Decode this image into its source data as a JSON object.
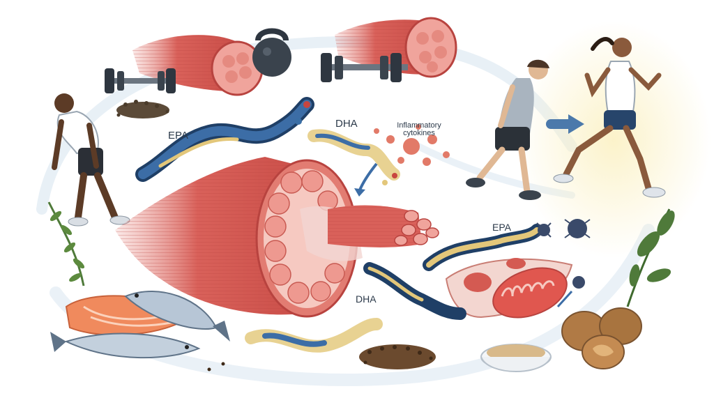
{
  "labels": {
    "epa_left": "EPA",
    "dha_top": "DHA",
    "cytokines_line1": "Inflammatory",
    "cytokines_line2": "cytokines",
    "epa_right": "EPA",
    "dha_bottom": "DHA"
  },
  "colors": {
    "muscle": "#d9615a",
    "muscle_dark": "#b8433f",
    "fiber_pink": "#f0a49c",
    "epa_blue": "#2f5a8c",
    "dha_gold": "#e3c77a",
    "fish_salmon": "#f08a5d",
    "fish_silver": "#9fb3c8",
    "walnut": "#a8743f",
    "leaf_green": "#4f7a3a",
    "flow_blue": "#c9dbeb",
    "glow_yellow": "#f6e7a6"
  }
}
